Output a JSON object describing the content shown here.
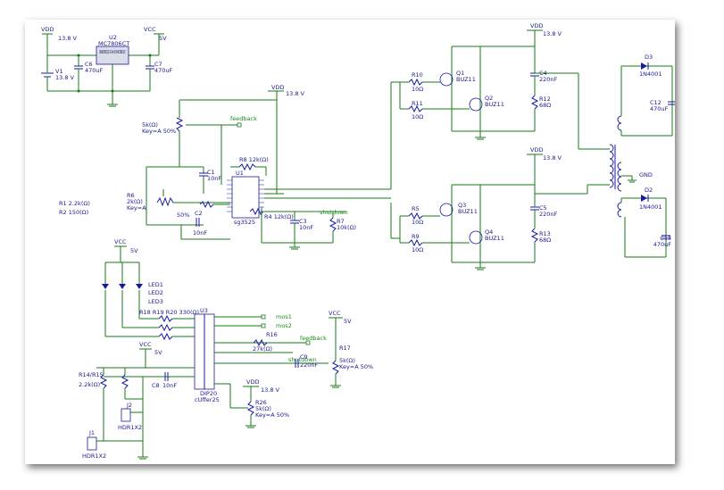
{
  "power": {
    "vdd": "VDD",
    "vcc": "VCC",
    "v138": "13.8 V",
    "v5": "5V",
    "gnd": "GND"
  },
  "regulator": {
    "ref": "U2",
    "part": "MC7806CT"
  },
  "v1": {
    "ref": "V1",
    "value": "13.8 V"
  },
  "c6": {
    "ref": "C6",
    "value": "470uF"
  },
  "c7": {
    "ref": "C7",
    "value": "470uF"
  },
  "pot_top": {
    "value": "5k(Ω)",
    "key": "Key=A 50%"
  },
  "pot_r6": {
    "ref": "R6",
    "value": "2k(Ω)",
    "key": "Key=A",
    "pct": "50%"
  },
  "r1": "R1  2.2k(Ω)",
  "r2": "R2  150(Ω)",
  "c1": {
    "ref": "C1",
    "value": "10nF"
  },
  "c2": {
    "ref": "C2",
    "value": "10nF"
  },
  "r8": "R8 12k(Ω)",
  "r4": "R4 12k(Ω)",
  "u1": {
    "ref": "U1",
    "part": "sg3525"
  },
  "c3": {
    "ref": "C3",
    "value": "10nF"
  },
  "r7": {
    "ref": "R7",
    "value": "10k(Ω)"
  },
  "nets": {
    "feedback": "feedback",
    "shutdown": "shutdown",
    "mosi1": "mos1",
    "mosi2": "mos2"
  },
  "mosfets": {
    "q1": "Q1",
    "q2": "Q2",
    "q3": "Q3",
    "q4": "Q4",
    "part": "BUZ11",
    "r10": "R10",
    "r11": "R11",
    "r5": "R5",
    "r9": "R9",
    "val10": "10Ω",
    "c4": "C4",
    "c4v": "220nF",
    "r12": "R12",
    "r12v": "68Ω",
    "c5": "C5",
    "c5v": "220nF",
    "r13": "R13",
    "r13v": "68Ω"
  },
  "diodes": {
    "d3": "D3",
    "d2": "D2",
    "part": "1N4001"
  },
  "c12": {
    "ref": "C12",
    "value": "470uF"
  },
  "c13": {
    "ref": "C13",
    "value": "470uF"
  },
  "leds": {
    "led1": "LED1",
    "led2": "LED2",
    "led3": "LED3"
  },
  "rled": "R18 R19 R20 330(Ω)",
  "u3": {
    "ref": "U3",
    "part": "DIP20",
    "sub": "cUffer25"
  },
  "r16": {
    "ref": "R16",
    "value": "27k(Ω)"
  },
  "c9": {
    "ref": "C9",
    "value": "220nF"
  },
  "r17": {
    "ref": "R17",
    "value": "5k(Ω)",
    "key": "Key=A 50%"
  },
  "c8": {
    "ref": "C8",
    "value": "10nF"
  },
  "r14": {
    "ref": "R14/R15",
    "value": "2.2k(Ω)"
  },
  "r26": {
    "ref": "R26",
    "value": "5k(Ω)",
    "key": "Key=A 50%"
  },
  "j1": {
    "ref": "J1",
    "part": "HDR1X2"
  },
  "j2": {
    "ref": "J2",
    "part": "HDR1X2"
  },
  "reg_pin": "LINE VREG COMMON VOLTAGE"
}
